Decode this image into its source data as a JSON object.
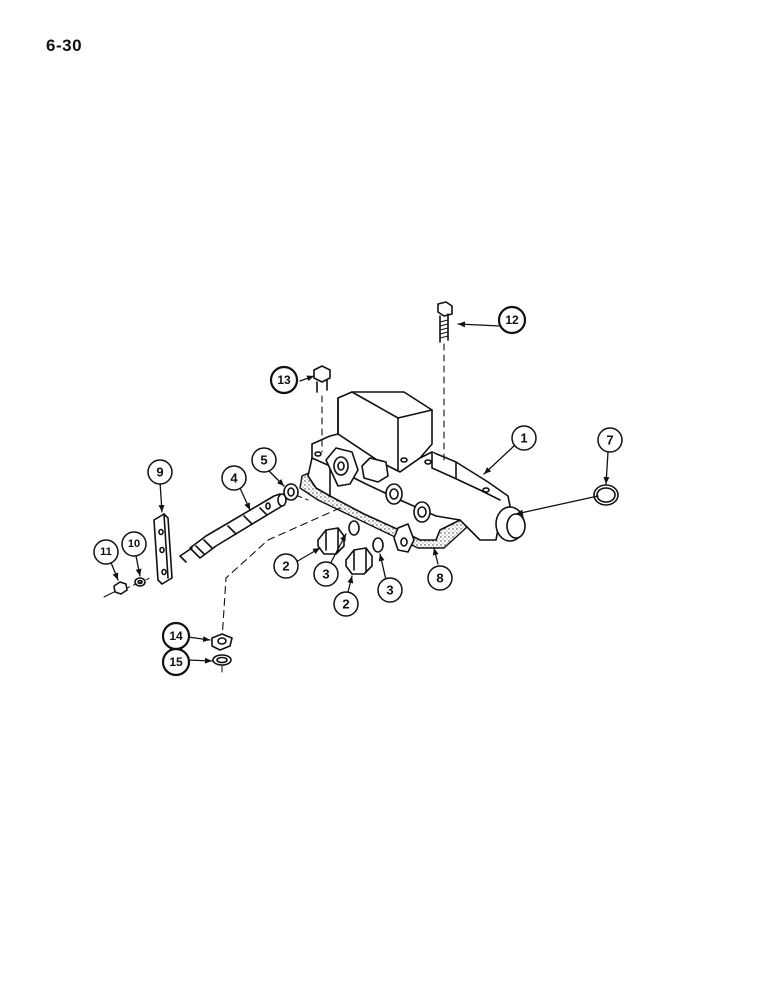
{
  "page": {
    "number": "6-30"
  },
  "callouts": [
    {
      "id": "c1",
      "label": "1",
      "bold": false
    },
    {
      "id": "c2a",
      "label": "2",
      "bold": false
    },
    {
      "id": "c2b",
      "label": "2",
      "bold": false
    },
    {
      "id": "c3a",
      "label": "3",
      "bold": false
    },
    {
      "id": "c3b",
      "label": "3",
      "bold": false
    },
    {
      "id": "c4",
      "label": "4",
      "bold": false
    },
    {
      "id": "c5",
      "label": "5",
      "bold": false
    },
    {
      "id": "c7",
      "label": "7",
      "bold": false
    },
    {
      "id": "c8",
      "label": "8",
      "bold": false
    },
    {
      "id": "c9",
      "label": "9",
      "bold": false
    },
    {
      "id": "c10",
      "label": "10",
      "bold": false
    },
    {
      "id": "c11",
      "label": "11",
      "bold": false
    },
    {
      "id": "c12",
      "label": "12",
      "bold": true
    },
    {
      "id": "c13",
      "label": "13",
      "bold": true
    },
    {
      "id": "c14",
      "label": "14",
      "bold": true
    },
    {
      "id": "c15",
      "label": "15",
      "bold": true
    }
  ]
}
